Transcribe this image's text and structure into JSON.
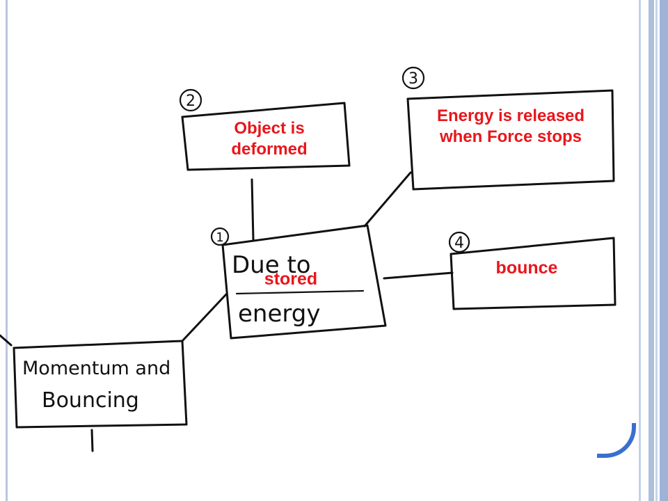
{
  "slide": {
    "box2_text": "Object is deformed",
    "box3_text": "Energy is released when Force stops",
    "box4_text": "bounce",
    "box1_red_text": "stored",
    "box1_handwritten_top": "Due to",
    "box1_handwritten_bottom": "energy",
    "main_topic_line1": "Momentum and",
    "main_topic_line2": "Bouncing",
    "num1": "1",
    "num2": "2",
    "num3": "3",
    "num4": "4"
  },
  "colors": {
    "red_text": "#e8161b",
    "frame_blue": "#3a6fd0"
  }
}
